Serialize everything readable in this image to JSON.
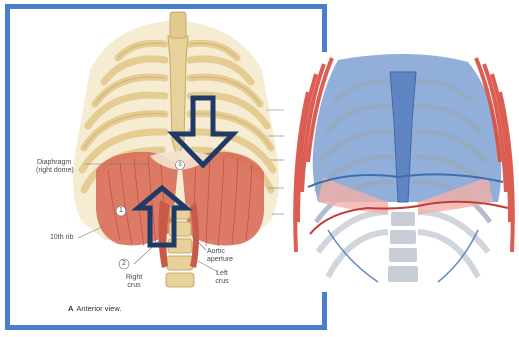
{
  "labels": {
    "diaphragm_line1": "Diaphragm",
    "diaphragm_line2": "(right dome)",
    "tenth_rib": "10th rib",
    "right_crus_line1": "Right",
    "right_crus_line2": "crus",
    "aortic_line1": "Aortic",
    "aortic_line2": "aperture",
    "left_crus_line1": "Left",
    "left_crus_line2": "crus",
    "marker_1": "1",
    "marker_2": "2",
    "marker_3": "3"
  },
  "caption": {
    "letter": "A",
    "text": "Anterior view."
  },
  "colors": {
    "frame_border": "#4a7fc9",
    "bone": "#ecd9a7",
    "diaphragm_muscle": "#d96a57",
    "arrow_outline": "#1d3b66",
    "lung_blue": "#6f95cc",
    "ribs_red": "#d94c3f",
    "diaphragm_line_red": "#c43a3a",
    "diaphragm_line_blue": "#3b6fb5"
  },
  "arrows": {
    "down_arrow": "block-arrow-down",
    "up_arrow": "block-arrow-up"
  }
}
